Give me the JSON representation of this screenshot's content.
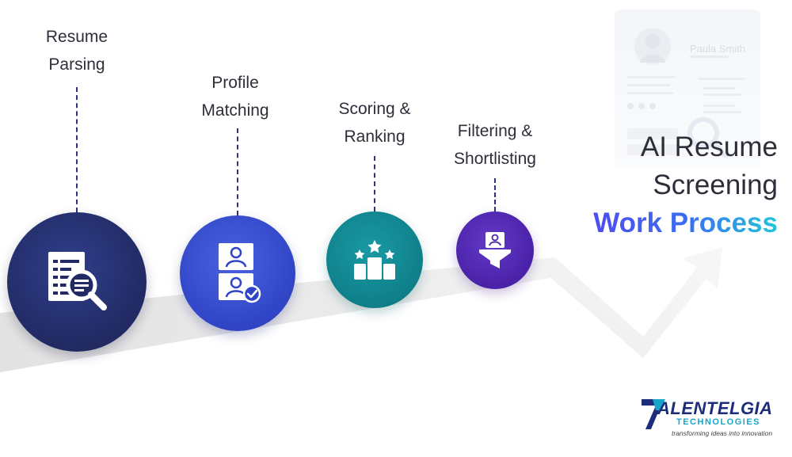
{
  "heading": {
    "line1": "AI Resume",
    "line2": "Screening",
    "line3": "Work Process"
  },
  "steps": [
    {
      "label_line1": "Resume",
      "label_line2": "Parsing",
      "icon": "document-search-icon",
      "color": "#222a63"
    },
    {
      "label_line1": "Profile",
      "label_line2": "Matching",
      "icon": "profile-match-icon",
      "color": "#3045c6"
    },
    {
      "label_line1": "Scoring &",
      "label_line2": "Ranking",
      "icon": "podium-stars-icon",
      "color": "#0f7f8a"
    },
    {
      "label_line1": "Filtering &",
      "label_line2": "Shortlisting",
      "icon": "funnel-profile-icon",
      "color": "#4a22a8"
    }
  ],
  "background_card": {
    "name": "Paula Smith"
  },
  "logo": {
    "brand": "ALENTELGIA",
    "sub": "TECHNOLOGIES",
    "tagline": "transforming ideas into innovation"
  },
  "colors": {
    "navy": "#222a63",
    "blue": "#3045c6",
    "teal": "#0f7f8a",
    "purple": "#4a22a8",
    "accent_gradient_start": "#4d4df0",
    "accent_gradient_end": "#22c6d8",
    "track_gray": "#e4e4e4"
  }
}
